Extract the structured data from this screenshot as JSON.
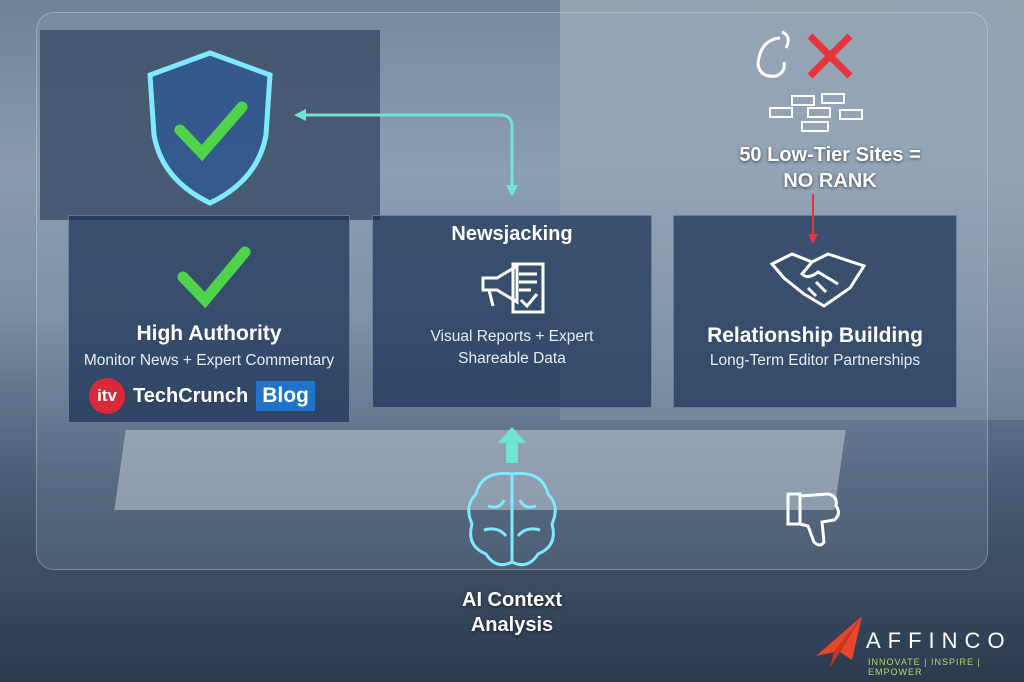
{
  "panels": [
    {
      "title": "High Authority",
      "subtitle": "Monitor News + Expert Commentary",
      "logos": [
        "itv",
        "TechCrunch",
        "Blog"
      ]
    },
    {
      "title": "Newsjacking",
      "subtitle_lines": [
        "Visual Reports + Expert",
        "Shareable Data"
      ]
    },
    {
      "title": "Relationship Building",
      "subtitle": "Long-Term Editor Partnerships"
    }
  ],
  "warning": {
    "lines": [
      "50 Low-Tier Sites =",
      "NO RANK"
    ]
  },
  "ai": {
    "lines": [
      "AI Context",
      "Analysis"
    ]
  },
  "brand": {
    "name": "AFFINCO",
    "tagline": "INNOVATE | INSPIRE | EMPOWER"
  },
  "colors": {
    "check": "#4fd34a",
    "cross": "#e8333a",
    "accent": "#6fe3d6",
    "panel": "#1a3255"
  },
  "icons": [
    "shield-check-icon",
    "check-icon",
    "megaphone-document-icon",
    "handshake-icon",
    "broken-link-icon",
    "cross-icon",
    "bricks-icon",
    "brain-icon",
    "thumbs-down-icon",
    "arrow-up-icon"
  ]
}
